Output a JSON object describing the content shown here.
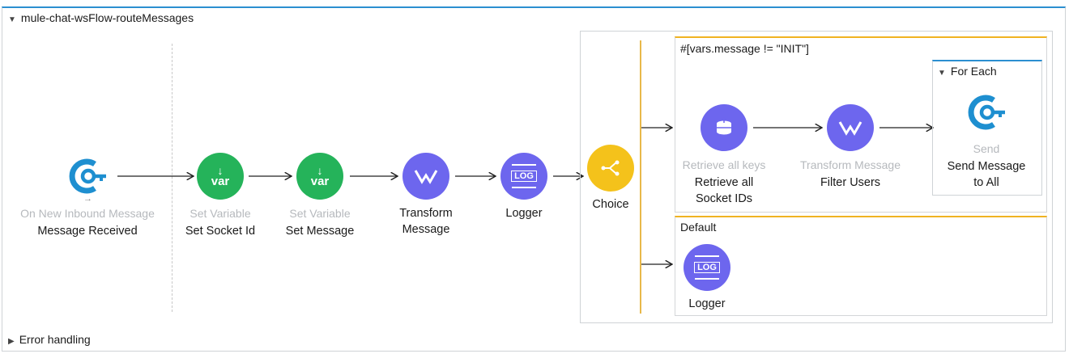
{
  "flow": {
    "title": "mule-chat-wsFlow-routeMessages",
    "error_handling": "Error handling"
  },
  "nodes": {
    "listener": {
      "type": "On New Inbound Message",
      "name": "Message Received",
      "icon": "websocket-icon"
    },
    "set_socket": {
      "type": "Set Variable",
      "name": "Set Socket Id",
      "icon_text": "var"
    },
    "set_message": {
      "type": "Set Variable",
      "name": "Set Message",
      "icon_text": "var"
    },
    "transform": {
      "name_line1": "Transform",
      "name_line2": "Message",
      "icon": "dataweave-icon"
    },
    "logger": {
      "name": "Logger",
      "icon_text": "LOG"
    },
    "choice": {
      "name": "Choice",
      "icon": "choice-icon"
    }
  },
  "route1": {
    "expression": "#[vars.message != \"INIT\"]",
    "retrieve": {
      "type": "Retrieve all keys",
      "name_line1": "Retrieve all",
      "name_line2": "Socket IDs"
    },
    "filter": {
      "type": "Transform Message",
      "name": "Filter Users"
    },
    "foreach": {
      "title": "For Each",
      "send": {
        "type": "Send",
        "name_line1": "Send Message",
        "name_line2": "to All"
      }
    }
  },
  "route_default": {
    "label": "Default",
    "logger": {
      "name": "Logger",
      "icon_text": "LOG"
    }
  },
  "colors": {
    "green": "#25b35a",
    "purple": "#6d66ee",
    "yellow": "#f4c21b",
    "websocket_blue": "#1e8fd0",
    "accent_blue": "#2b8fd0",
    "route_orange": "#f0b322"
  }
}
